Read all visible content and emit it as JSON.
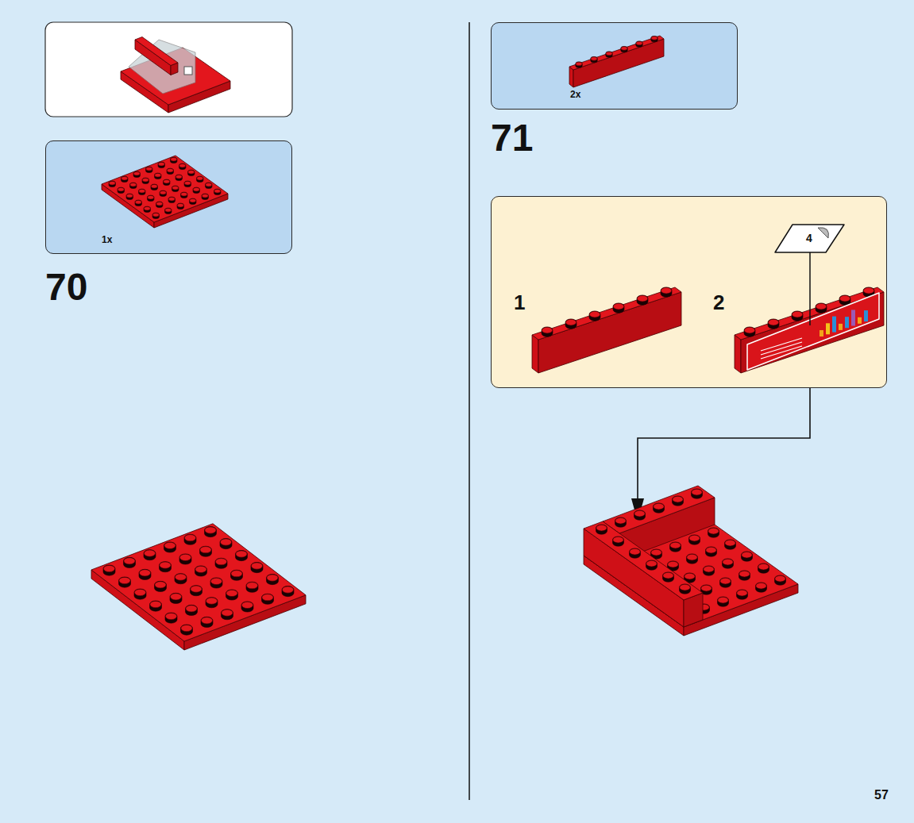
{
  "diagram": {
    "nodes": [
      {
        "text": [
          "1x"
        ]
      },
      {
        "text": [
          "2x"
        ]
      },
      {
        "text": [
          "1",
          "2"
        ]
      }
    ],
    "labels": [
      "70",
      "71",
      "4",
      "57"
    ]
  }
}
